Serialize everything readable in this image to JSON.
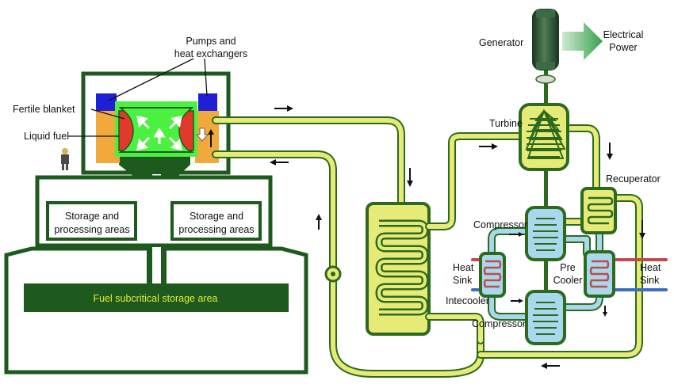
{
  "labels": {
    "pumps_line1": "Pumps and",
    "pumps_line2": "heat exchangers",
    "fertile_blanket": "Fertile blanket",
    "liquid_fuel": "Liquid fuel",
    "storage_left_line1": "Storage and",
    "storage_left_line2": "processing areas",
    "storage_right_line1": "Storage and",
    "storage_right_line2": "processing areas",
    "fuel_storage": "Fuel subcritical storage area",
    "generator": "Generator",
    "electrical_line1": "Electrical",
    "electrical_line2": "Power",
    "turbine": "Turbine",
    "recuperator": "Recuperator",
    "compressor_top": "Compressor",
    "compressor_bottom": "Compressor",
    "heat_sink_left_line1": "Heat",
    "heat_sink_left_line2": "Sink",
    "heat_sink_right_line1": "Heat",
    "heat_sink_right_line2": "Sink",
    "pre_cooler_line1": "Pre",
    "pre_cooler_line2": "Cooler",
    "intercooler": "Intecooler"
  },
  "colors": {
    "reactor_green": "#1e5a1e",
    "pipe_yellow": "#e6eb78",
    "pipe_green": "#2d6a1e",
    "core_green": "#4cf040",
    "blanket_red": "#e23a2a",
    "pump_blue": "#1f1fd6",
    "heat_exchanger_orange": "#f2a93b",
    "fuel_text": "#e0ea3a",
    "cool_blue": "#a8d8ec",
    "hot_red": "#c24a4a",
    "generator_body": "#2f5a35",
    "power_arrow": "#3fae56"
  }
}
